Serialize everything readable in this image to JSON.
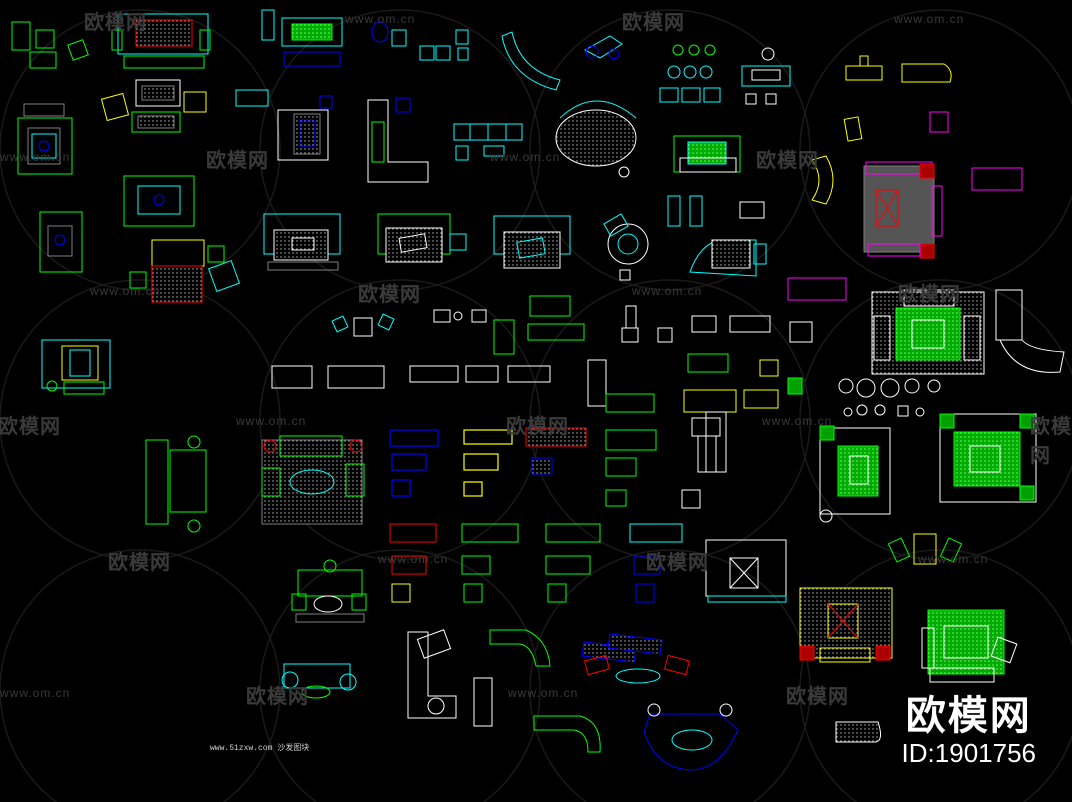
{
  "watermark": {
    "brand_cn": "欧模网",
    "url": "www.om.cn"
  },
  "drawing_credit": "www.51zxw.com 沙发图块",
  "brand_badge": {
    "name": "欧模网",
    "id": "ID:1901756"
  },
  "colors": {
    "background": "#000000",
    "green": "#00ff00",
    "cyan": "#00ffff",
    "yellow": "#ffff00",
    "magenta": "#ff00ff",
    "red": "#ff0000",
    "blue": "#0000ff",
    "white": "#ffffff",
    "gray": "#808080"
  }
}
